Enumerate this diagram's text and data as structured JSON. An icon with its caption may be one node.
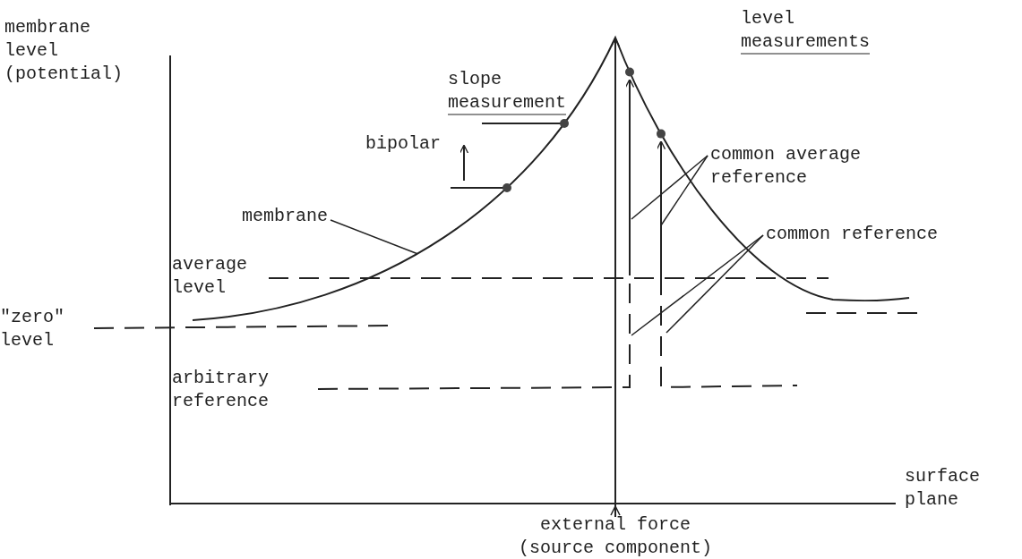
{
  "diagram": {
    "nodes": [
      {
        "text": [
          "common average reference"
        ]
      },
      {
        "text": [
          "common reference"
        ]
      },
      {
        "text": [
          "membrane"
        ]
      }
    ],
    "edges": [
      {
        "from": 0,
        "to": null,
        "arrow": "none"
      },
      {
        "from": 0,
        "to": null,
        "arrow": "none"
      },
      {
        "from": 1,
        "to": null,
        "arrow": "none"
      },
      {
        "from": 1,
        "to": null,
        "arrow": "none"
      },
      {
        "from": 2,
        "to": null,
        "arrow": "none"
      }
    ],
    "labels": [
      "membrane level (potential)",
      "slope measurement",
      "level measurements",
      "bipolar",
      "average level",
      "\"zero\" level",
      "arbitrary reference",
      "surface plane",
      "external force (source component)"
    ]
  }
}
